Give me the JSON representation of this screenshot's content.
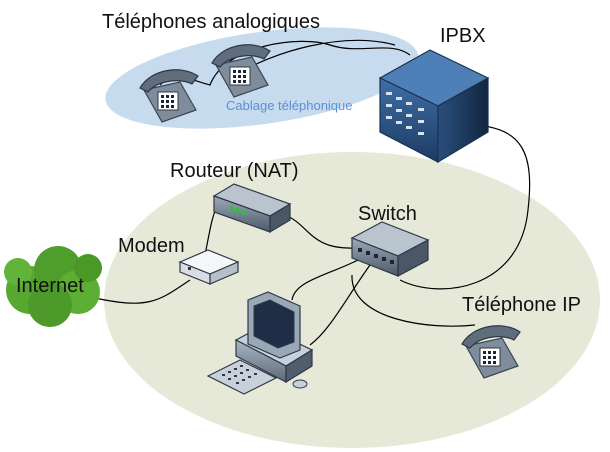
{
  "labels": {
    "analog_phones": "Téléphones analogiques",
    "ipbx": "IPBX",
    "phone_wiring": "Cablage téléphonique",
    "router": "Routeur (NAT)",
    "switch": "Switch",
    "modem": "Modem",
    "internet": "Internet",
    "ip_phone": "Téléphone IP"
  },
  "colors": {
    "lan_zone": "#e6e9d8",
    "phone_zone": "#c7dbef",
    "cable": "#000000",
    "internet_cloud": "#56a830",
    "ipbx": "#2f5b8e",
    "device_body": "#6f7f91"
  }
}
